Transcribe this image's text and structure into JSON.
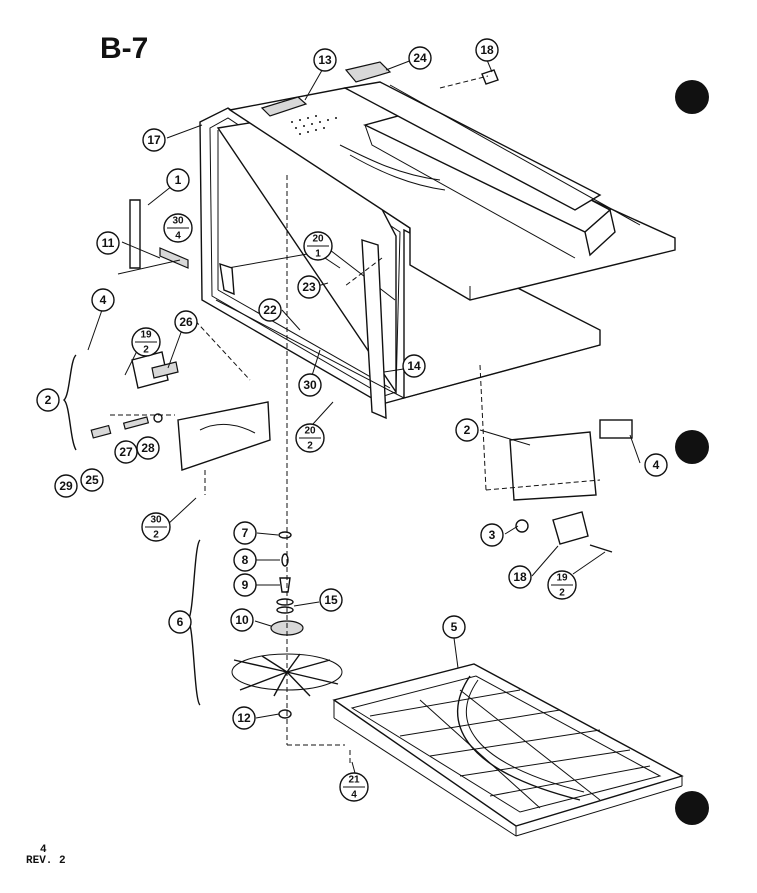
{
  "title": "B-7",
  "footer": {
    "page": "4",
    "rev": "REV. 2"
  },
  "callouts": [
    {
      "label": "13"
    },
    {
      "label": "24"
    },
    {
      "label": "18"
    },
    {
      "label": "17"
    },
    {
      "label": "1"
    },
    {
      "label": "11"
    },
    {
      "label": "4"
    },
    {
      "label": "26"
    },
    {
      "label": "2"
    },
    {
      "label": "29"
    },
    {
      "label": "25"
    },
    {
      "label": "27"
    },
    {
      "label": "28"
    },
    {
      "label": "23"
    },
    {
      "label": "22"
    },
    {
      "label": "30"
    },
    {
      "label": "14"
    },
    {
      "label": "2"
    },
    {
      "label": "4"
    },
    {
      "label": "3"
    },
    {
      "label": "18"
    },
    {
      "label": "7"
    },
    {
      "label": "8"
    },
    {
      "label": "9"
    },
    {
      "label": "15"
    },
    {
      "label": "10"
    },
    {
      "label": "6"
    },
    {
      "label": "12"
    },
    {
      "label": "5"
    }
  ],
  "fractions": [
    {
      "num": "30",
      "den": "4"
    },
    {
      "num": "19",
      "den": "2"
    },
    {
      "num": "20",
      "den": "1"
    },
    {
      "num": "20",
      "den": "2"
    },
    {
      "num": "30",
      "den": "2"
    },
    {
      "num": "19",
      "den": "2"
    },
    {
      "num": "21",
      "den": "4"
    }
  ]
}
